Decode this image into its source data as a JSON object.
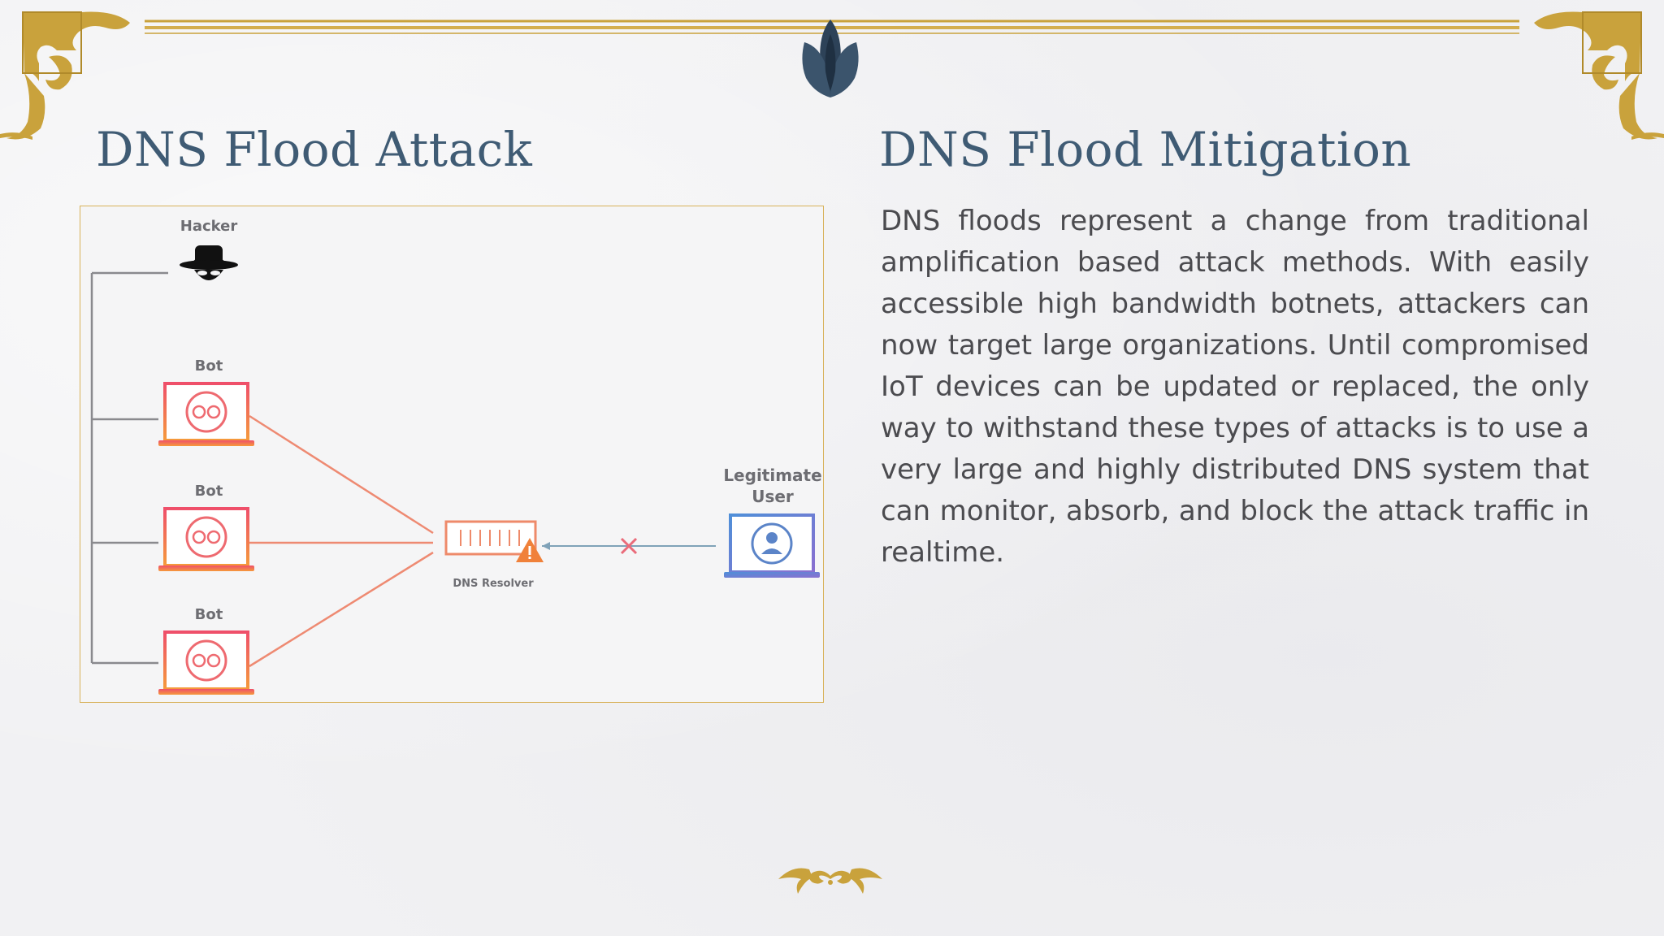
{
  "left": {
    "title": "DNS Flood Attack",
    "diagram": {
      "hacker_label": "Hacker",
      "bot_labels": [
        "Bot",
        "Bot",
        "Bot"
      ],
      "resolver_label": "DNS Resolver",
      "user_label_line1": "Legitimate",
      "user_label_line2": "User"
    }
  },
  "right": {
    "title": "DNS Flood Mitigation",
    "body": "DNS floods represent a change from traditional amplification based attack methods. With easily accessible high bandwidth botnets, attackers can now target large organizations. Until compromised IoT devices can be updated or replaced, the only way to withstand these types of attacks is to use a very large and highly distributed DNS system that can monitor, absorb, and block the attack traffic in realtime."
  },
  "colors": {
    "heading": "#3f5b74",
    "gold": "#c9a23c",
    "bot_red": "#ea6b5e",
    "user_blue": "#5b84c8"
  },
  "icons": [
    "corner-ornament",
    "lotus-icon",
    "hacker-icon",
    "bot-laptop-icon",
    "dns-resolver-icon",
    "warning-icon",
    "blocked-x-icon",
    "user-laptop-icon",
    "bottom-flourish"
  ]
}
